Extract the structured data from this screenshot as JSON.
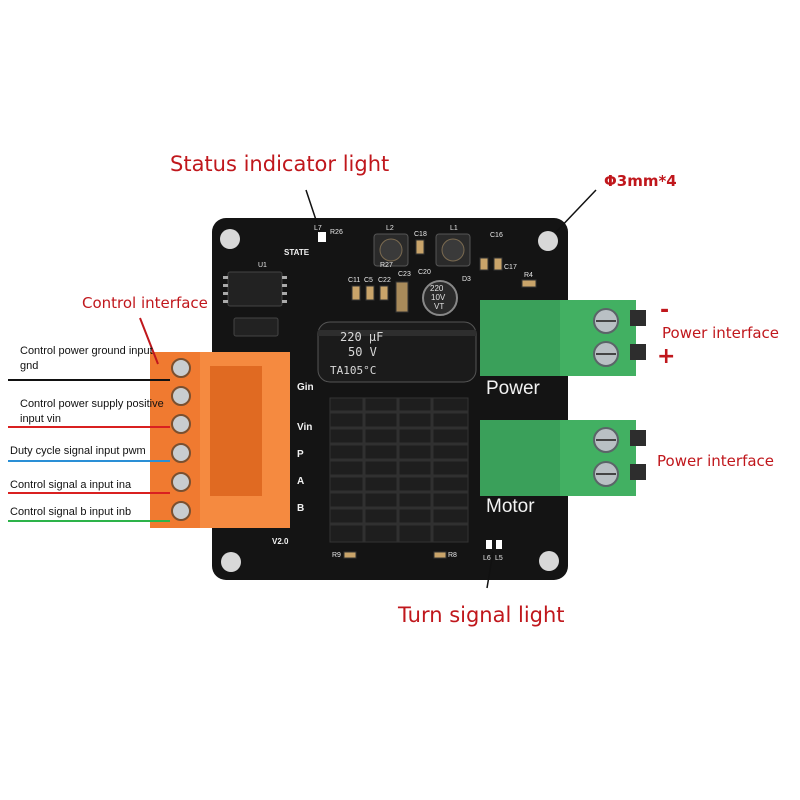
{
  "callouts": {
    "status_light": "Status indicator light",
    "mount_holes": "Φ3mm*4",
    "control_interface": "Control interface",
    "power_interface_top": "Power interface",
    "power_interface_bottom": "Power interface",
    "turn_signal": "Turn signal light",
    "minus": "-",
    "plus": "+"
  },
  "pin_labels": [
    {
      "text": "Control power ground input gnd",
      "line_color": "#111111"
    },
    {
      "text": "Control power supply positive input vin",
      "line_color": "#d92020"
    },
    {
      "text": "Duty cycle signal input pwm",
      "line_color": "#2a8fd6"
    },
    {
      "text": "Control signal a input ina",
      "line_color": "#d92020"
    },
    {
      "text": "Control signal b input inb",
      "line_color": "#2db34a"
    }
  ],
  "board": {
    "pins": [
      "Gin",
      "Vin",
      "P",
      "A",
      "B"
    ],
    "terminal_power": "Power",
    "terminal_motor": "Motor",
    "version": "V2.0",
    "state": "STATE",
    "refs": {
      "u1": "U1",
      "l2": "L2",
      "l1": "L1",
      "r26": "R26",
      "r27": "R27",
      "c18": "C18",
      "c16": "C16",
      "c17": "C17",
      "c20": "C20",
      "c23": "C23",
      "c11": "C11",
      "c5": "C5",
      "c22": "C22",
      "d3": "D3",
      "r4": "R4",
      "r9": "R9",
      "r8": "R8",
      "l6": "L6",
      "l5": "L5",
      "l7": "L7"
    },
    "cap_big": {
      "value": "220 μF",
      "voltage": "50 V",
      "temp": "TA105°C"
    },
    "cap_small": {
      "value": "220",
      "voltage": "10V",
      "type": "VT"
    }
  },
  "colors": {
    "callout_red": "#c0171c",
    "pcb": "#141414",
    "terminal_orange": "#f07a30",
    "terminal_green": "#3aa05a",
    "heatsink": "#1e1e1e"
  }
}
